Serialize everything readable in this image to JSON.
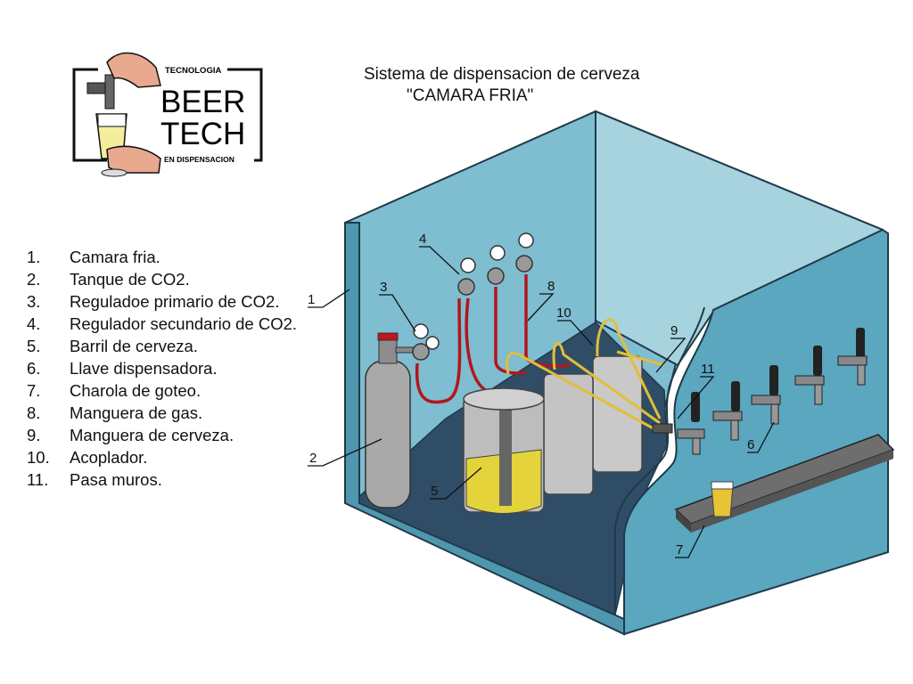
{
  "title": {
    "line1": "Sistema de dispensacion de cerveza",
    "line2": "\"CAMARA FRIA\""
  },
  "logo": {
    "top_text": "TECNOLOGIA",
    "word1": "BEER",
    "word2": "TECH",
    "bottom_text": "EN DISPENSACION"
  },
  "legend": [
    {
      "num": "1.",
      "label": "Camara fria."
    },
    {
      "num": "2.",
      "label": "Tanque de CO2."
    },
    {
      "num": "3.",
      "label": "Reguladoe primario de CO2."
    },
    {
      "num": "4.",
      "label": "Regulador secundario de CO2."
    },
    {
      "num": "5.",
      "label": "Barril de cerveza."
    },
    {
      "num": "6.",
      "label": "Llave dispensadora."
    },
    {
      "num": "7.",
      "label": "Charola de goteo."
    },
    {
      "num": "8.",
      "label": "Manguera de gas."
    },
    {
      "num": "9.",
      "label": "Manguera de cerveza."
    },
    {
      "num": "10.",
      "label": "Acoplador."
    },
    {
      "num": "11.",
      "label": "Pasa muros."
    }
  ],
  "callouts": [
    "1",
    "2",
    "3",
    "4",
    "5",
    "6",
    "7",
    "8",
    "9",
    "10",
    "11"
  ],
  "colors": {
    "wall_front": "#5aa7bf",
    "wall_back": "#9fcfdc",
    "floor": "#2f4d67",
    "gas_hose": "#b3161c",
    "beer_hose": "#e2bf3a",
    "keg": "#bdbdbd",
    "co2_tank": "#a9a9a9"
  }
}
